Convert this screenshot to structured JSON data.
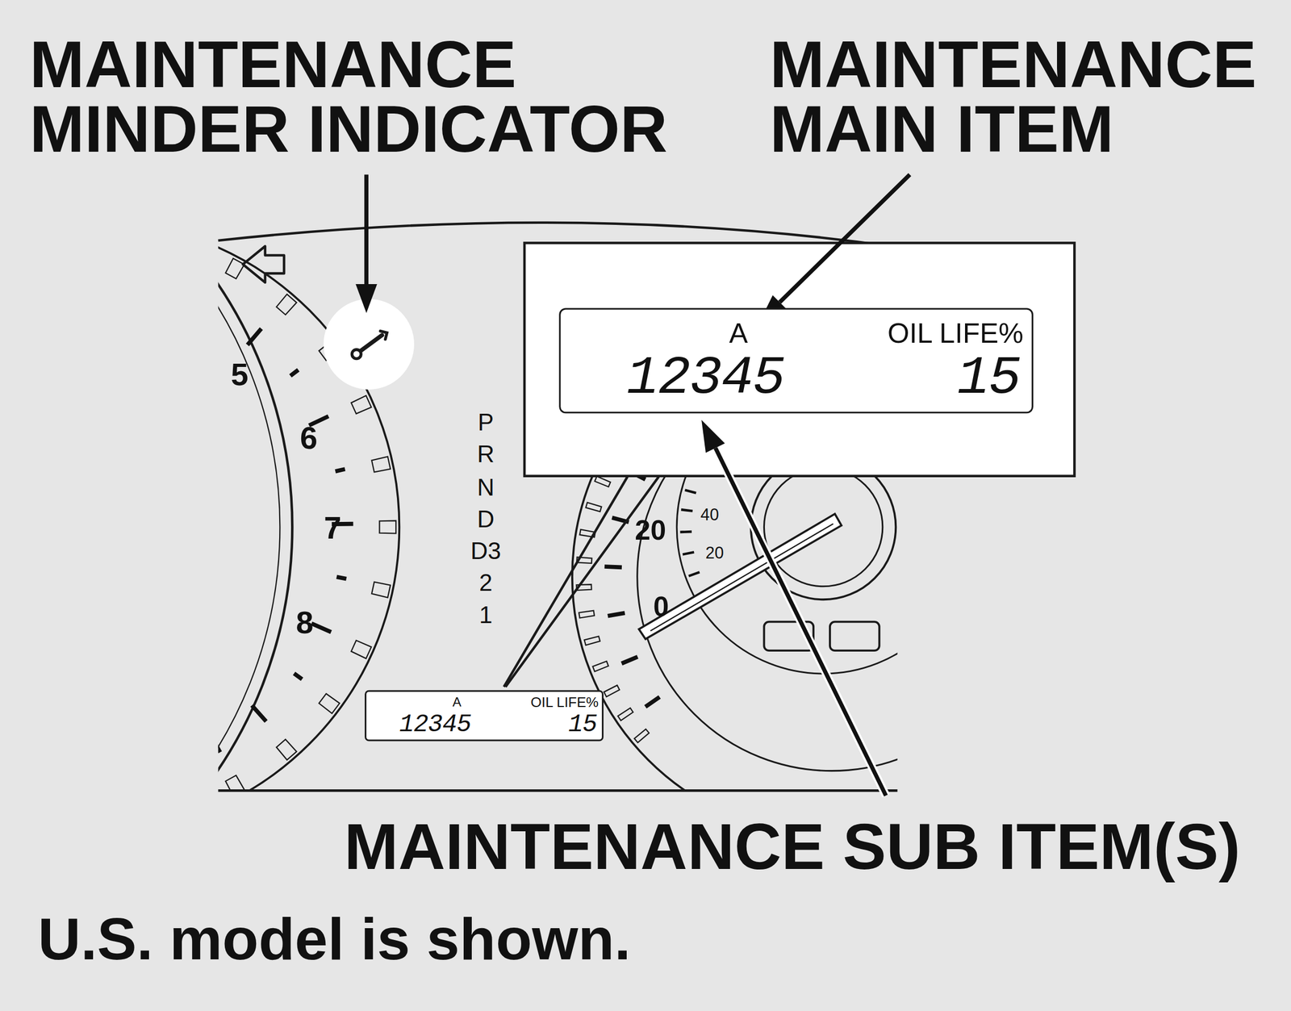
{
  "diagram": {
    "nodes": [
      {
        "text": [
          "A",
          "12345",
          "OIL LIFE%",
          "15"
        ]
      },
      {
        "text": [
          "A",
          "12345",
          "OIL LIFE%",
          "15"
        ]
      }
    ],
    "labels": [
      "MAINTENANCE MINDER INDICATOR",
      "MAINTENANCE MAIN ITEM",
      "5",
      "6",
      "7",
      "8",
      "P",
      "R",
      "N",
      "D",
      "D3",
      "2",
      "1",
      "20",
      "40",
      "20",
      "0",
      "MAINTENANCE SUB ITEM(S)",
      "U.S. model is shown."
    ]
  }
}
